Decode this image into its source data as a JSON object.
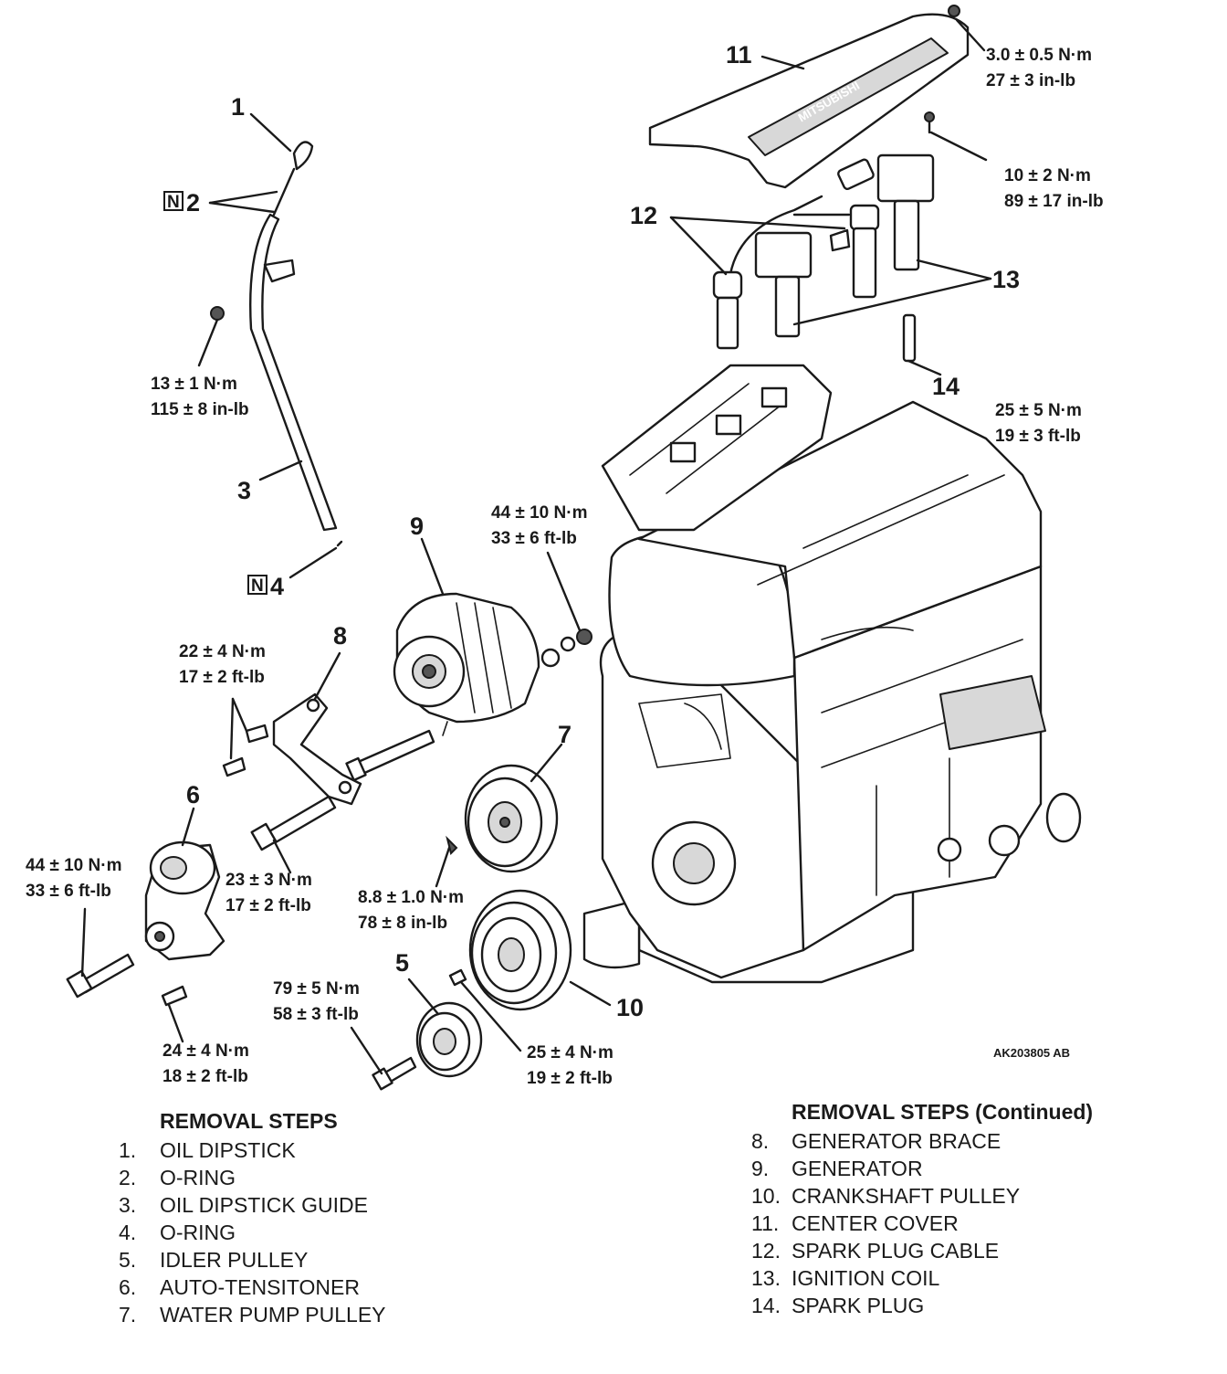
{
  "diagram": {
    "callouts": [
      "1",
      "2",
      "3",
      "4",
      "5",
      "6",
      "7",
      "8",
      "9",
      "10",
      "11",
      "12",
      "13",
      "14"
    ],
    "new_part_marker": "N",
    "torque_specs": {
      "t11": [
        "3.0 ± 0.5 N·m",
        "27 ± 3 in-lb"
      ],
      "t13coil": [
        "10 ± 2 N·m",
        "89 ± 17 in-lb"
      ],
      "t14": [
        "25 ± 5 N·m",
        "19 ± 3 ft-lb"
      ],
      "t3": [
        "13 ± 1 N·m",
        "115 ± 8 in-lb"
      ],
      "t9": [
        "44 ± 10 N·m",
        "33 ± 6 ft-lb"
      ],
      "t8": [
        "22 ± 4 N·m",
        "17 ± 2 ft-lb"
      ],
      "t6": [
        "44 ± 10 N·m",
        "33 ± 6 ft-lb"
      ],
      "tbrace": [
        "23 ± 3 N·m",
        "17 ± 2 ft-lb"
      ],
      "t7": [
        "8.8 ± 1.0 N·m",
        "78 ± 8 in-lb"
      ],
      "t5": [
        "79 ± 5 N·m",
        "58 ± 3 ft-lb"
      ],
      "t6bottom": [
        "24 ± 4 N·m",
        "18 ± 2 ft-lb"
      ],
      "t10": [
        "25 ± 4 N·m",
        "19 ± 2 ft-lb"
      ]
    },
    "figure_ref": "AK203805 AB"
  },
  "removal_steps": {
    "title": "REMOVAL STEPS",
    "items": [
      {
        "n": "1.",
        "label": "OIL DIPSTICK"
      },
      {
        "n": "2.",
        "label": "O-RING"
      },
      {
        "n": "3.",
        "label": "OIL DIPSTICK GUIDE"
      },
      {
        "n": "4.",
        "label": "O-RING"
      },
      {
        "n": "5.",
        "label": "IDLER PULLEY"
      },
      {
        "n": "6.",
        "label": "AUTO-TENSITONER"
      },
      {
        "n": "7.",
        "label": "WATER PUMP PULLEY"
      }
    ]
  },
  "removal_steps_continued": {
    "title": "REMOVAL STEPS (Continued)",
    "items": [
      {
        "n": "8.",
        "label": "GENERATOR BRACE"
      },
      {
        "n": "9.",
        "label": "GENERATOR"
      },
      {
        "n": "10.",
        "label": "CRANKSHAFT PULLEY"
      },
      {
        "n": "11.",
        "label": "CENTER COVER"
      },
      {
        "n": "12.",
        "label": "SPARK PLUG CABLE"
      },
      {
        "n": "13.",
        "label": "IGNITION COIL"
      },
      {
        "n": "14.",
        "label": "SPARK PLUG"
      }
    ]
  }
}
